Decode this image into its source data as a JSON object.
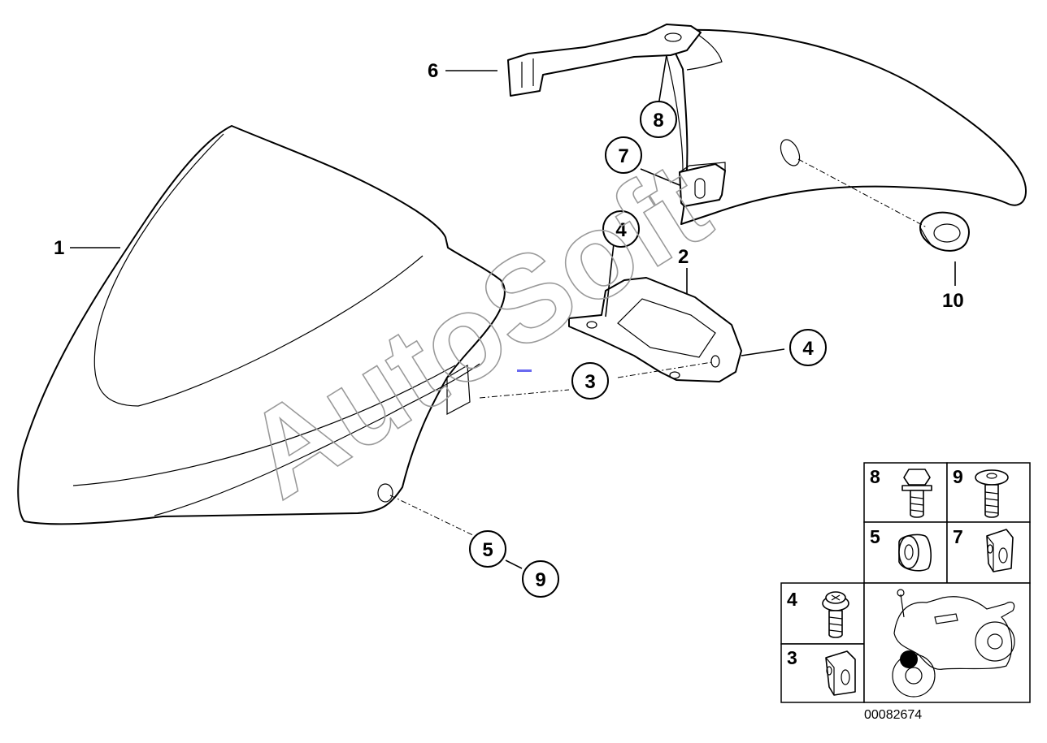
{
  "diagram": {
    "watermark": "AutoSoft",
    "reference_number": "00082674",
    "labels": {
      "part_1": "1",
      "part_2": "2",
      "part_6": "6",
      "part_10": "10"
    },
    "callouts": {
      "c3": "3",
      "c4_top": "4",
      "c4_right": "4",
      "c5": "5",
      "c7": "7",
      "c8": "8",
      "c9": "9"
    },
    "legend": {
      "cells": {
        "n8": "8",
        "n9": "9",
        "n5": "5",
        "n7": "7",
        "n4": "4",
        "n3": "3"
      }
    }
  }
}
